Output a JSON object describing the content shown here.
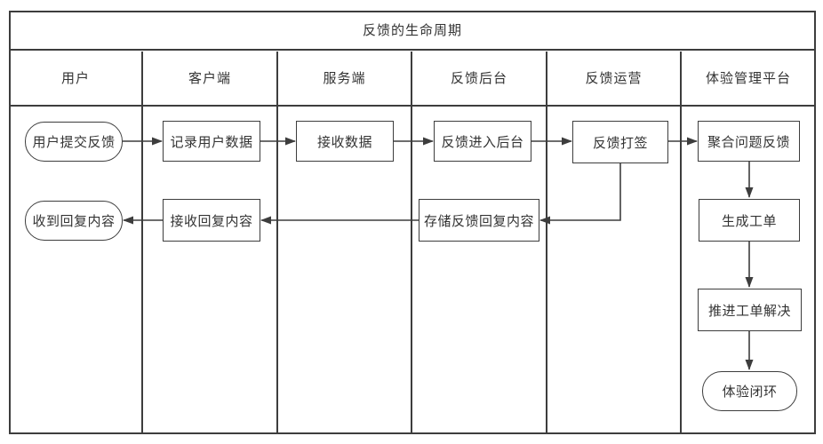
{
  "title": "反馈的生命周期",
  "lanes": [
    "用户",
    "客户端",
    "服务端",
    "反馈后台",
    "反馈运营",
    "体验管理平台"
  ],
  "nodes": {
    "user_submit": {
      "label": "用户提交反馈",
      "shape": "stadium",
      "lane": "用户"
    },
    "record_user_data": {
      "label": "记录用户数据",
      "shape": "rect",
      "lane": "客户端"
    },
    "receive_data": {
      "label": "接收数据",
      "shape": "rect",
      "lane": "服务端"
    },
    "enter_backend": {
      "label": "反馈进入后台",
      "shape": "rect",
      "lane": "反馈后台"
    },
    "tagging": {
      "label": "反馈打签",
      "shape": "rect",
      "lane": "反馈运营"
    },
    "aggregate": {
      "label": "聚合问题反馈",
      "shape": "rect",
      "lane": "体验管理平台"
    },
    "receive_reply": {
      "label": "收到回复内容",
      "shape": "stadium",
      "lane": "用户"
    },
    "client_receive_reply": {
      "label": "接收回复内容",
      "shape": "rect",
      "lane": "客户端"
    },
    "store_reply": {
      "label": "存储反馈回复内容",
      "shape": "rect",
      "lane": "反馈后台"
    },
    "create_ticket": {
      "label": "生成工单",
      "shape": "rect",
      "lane": "体验管理平台"
    },
    "push_ticket": {
      "label": "推进工单解决",
      "shape": "rect",
      "lane": "体验管理平台"
    },
    "experience_loop": {
      "label": "体验闭环",
      "shape": "stadium",
      "lane": "体验管理平台"
    }
  },
  "edges": [
    {
      "from": "user_submit",
      "to": "record_user_data"
    },
    {
      "from": "record_user_data",
      "to": "receive_data"
    },
    {
      "from": "receive_data",
      "to": "enter_backend"
    },
    {
      "from": "enter_backend",
      "to": "tagging"
    },
    {
      "from": "tagging",
      "to": "aggregate"
    },
    {
      "from": "tagging",
      "to": "store_reply"
    },
    {
      "from": "store_reply",
      "to": "client_receive_reply"
    },
    {
      "from": "client_receive_reply",
      "to": "receive_reply"
    },
    {
      "from": "aggregate",
      "to": "create_ticket"
    },
    {
      "from": "create_ticket",
      "to": "push_ticket"
    },
    {
      "from": "push_ticket",
      "to": "experience_loop"
    }
  ],
  "colors": {
    "line": "#3d3d3d",
    "text": "#333333",
    "bg": "#ffffff"
  }
}
